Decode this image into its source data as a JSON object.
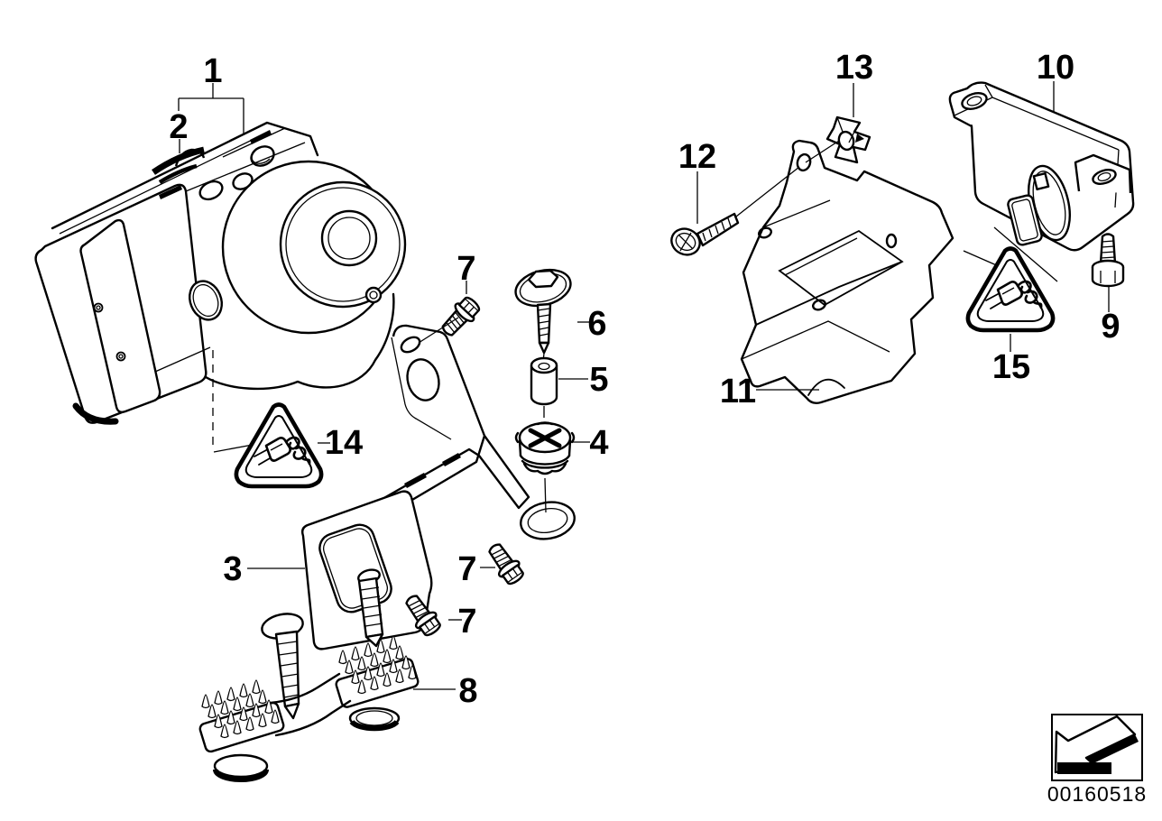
{
  "diagram": {
    "type": "exploded-parts-diagram",
    "background_color": "#ffffff",
    "line_color": "#000000",
    "callouts": {
      "n1": "1",
      "n2": "2",
      "n3": "3",
      "n4": "4",
      "n5": "5",
      "n6": "6",
      "n7": "7",
      "n8": "8",
      "n9": "9",
      "n10": "10",
      "n11": "11",
      "n12": "12",
      "n13": "13",
      "n14": "14",
      "n15": "15"
    },
    "symbols": {
      "warning_triangle": "plug-connector-warning-triangle-icon",
      "footer_arrow": "arrow-down-left-icon"
    },
    "footer": {
      "image_number": "00160518"
    }
  }
}
